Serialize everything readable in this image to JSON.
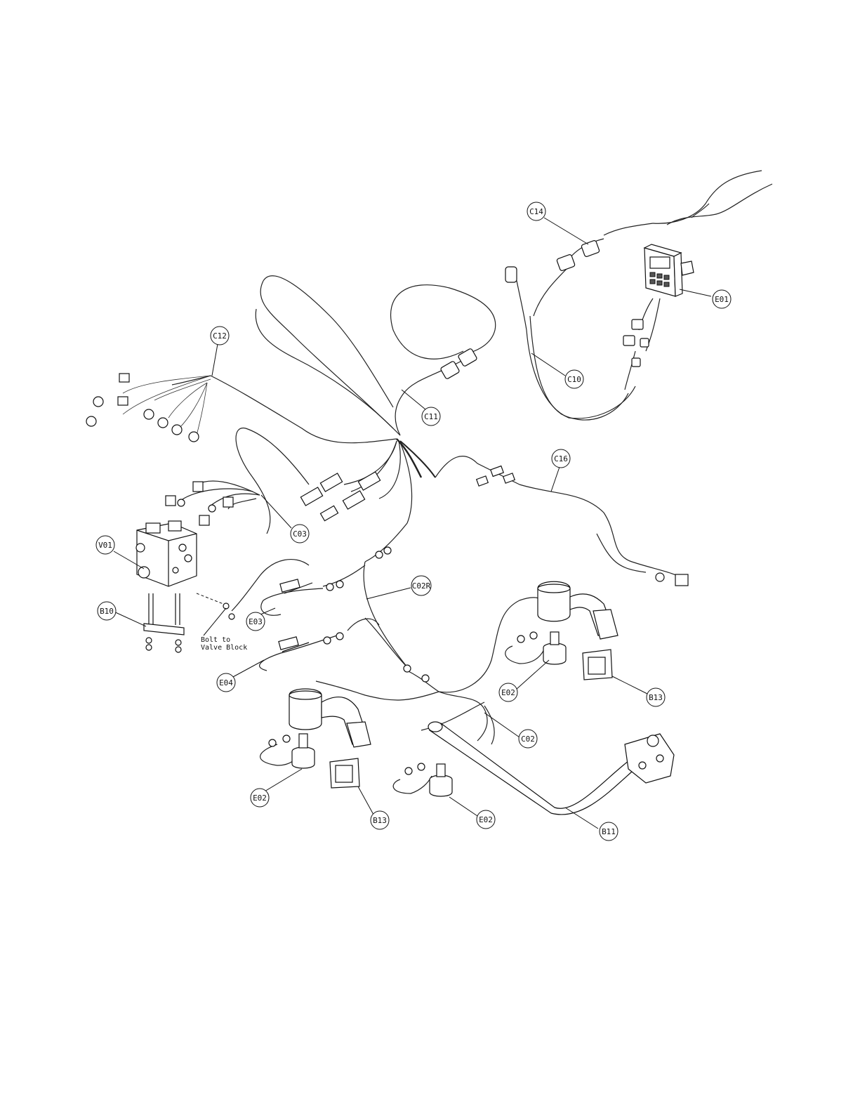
{
  "callouts": {
    "c14": "C14",
    "e01": "E01",
    "c12": "C12",
    "c10": "C10",
    "c11": "C11",
    "c16": "C16",
    "c03": "C03",
    "v01": "V01",
    "c02r": "C02R",
    "b10": "B10",
    "e03": "E03",
    "e04": "E04",
    "e02_right": "E02",
    "b13_right": "B13",
    "c02": "C02",
    "e02_left": "E02",
    "b13_left": "B13",
    "e02_center": "E02",
    "b11": "B11"
  },
  "notes": {
    "bolt_line1": "Bolt to",
    "bolt_line2": "Valve Block"
  }
}
